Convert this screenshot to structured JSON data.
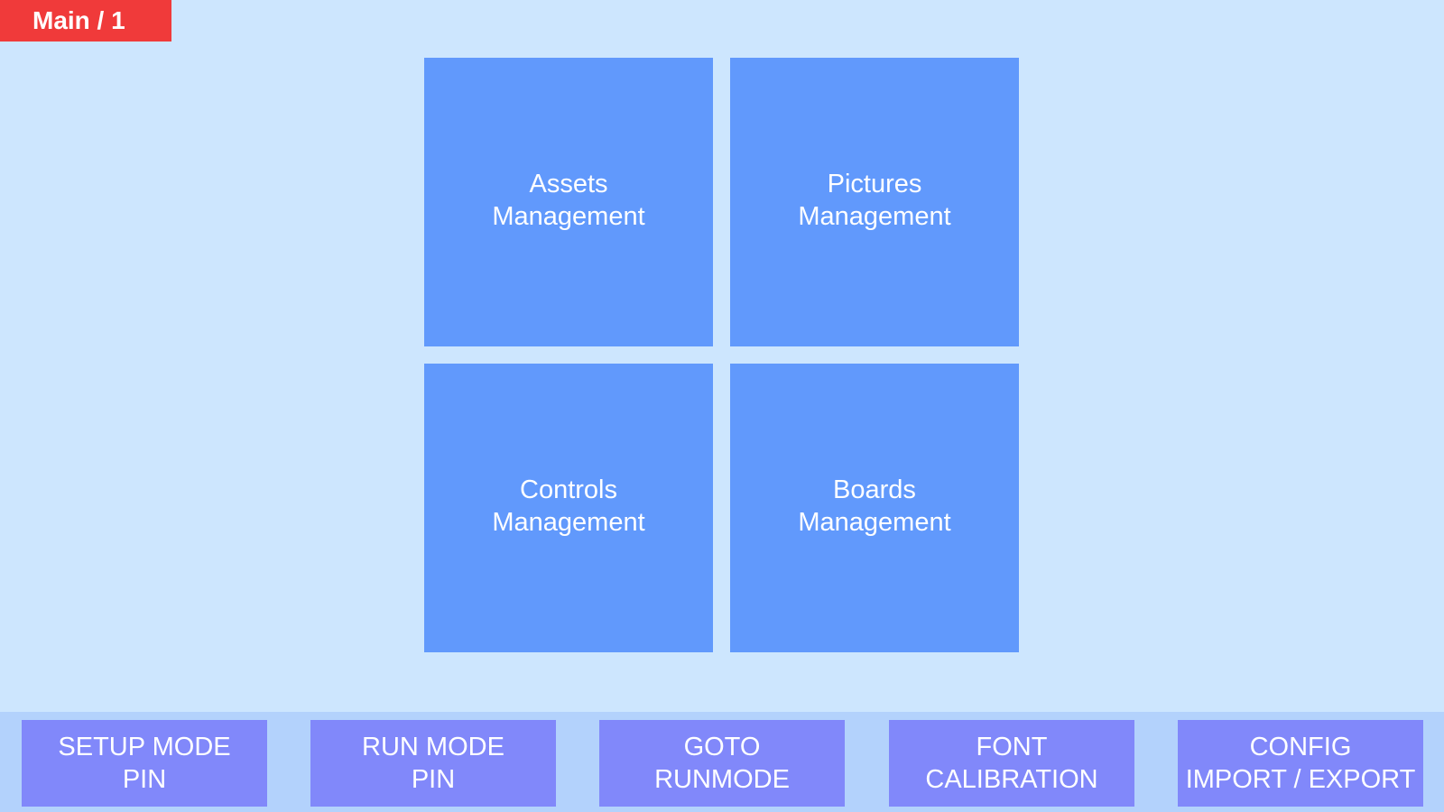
{
  "badge": {
    "label": "Main / 1"
  },
  "tiles": [
    {
      "line1": "Assets",
      "line2": "Management"
    },
    {
      "line1": "Pictures",
      "line2": "Management"
    },
    {
      "line1": "Controls",
      "line2": "Management"
    },
    {
      "line1": "Boards",
      "line2": "Management"
    }
  ],
  "bottom_bar": {
    "buttons": [
      {
        "line1": "SETUP MODE",
        "line2": "PIN"
      },
      {
        "line1": "RUN MODE",
        "line2": "PIN"
      },
      {
        "line1": "GOTO",
        "line2": "RUNMODE"
      },
      {
        "line1": "FONT",
        "line2": "CALIBRATION"
      },
      {
        "line1": "CONFIG",
        "line2": "IMPORT / EXPORT"
      }
    ]
  },
  "colors": {
    "background": "#cde6fe",
    "badge": "#f03a3a",
    "tile": "#6199fc",
    "bottom_bar": "#b3d2fc",
    "bottom_button": "#8188fa"
  }
}
